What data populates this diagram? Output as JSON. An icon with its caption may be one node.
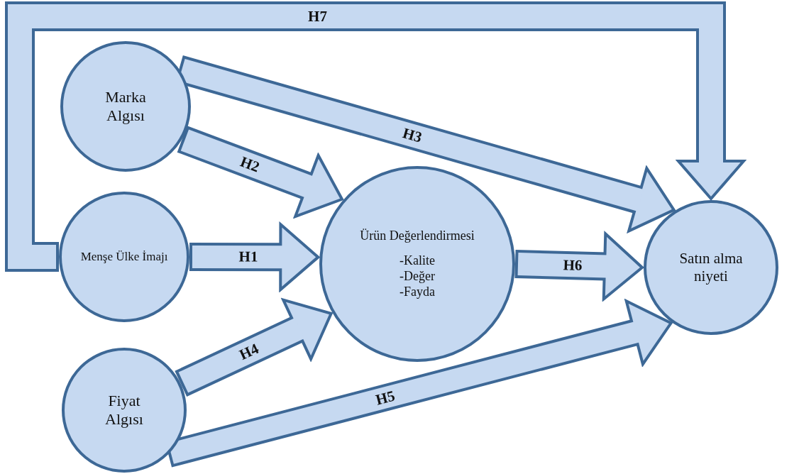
{
  "diagram": {
    "nodes": [
      {
        "text": [
          "Marka Algısı"
        ]
      },
      {
        "text": [
          "Menşe Ülke İmajı"
        ]
      },
      {
        "text": [
          "Fiyat Algısı"
        ]
      },
      {
        "text": [
          "Ürün Değerlendirmesi",
          "-Kalite",
          "-Değer",
          "-Fayda"
        ]
      },
      {
        "text": [
          "Satın alma niyeti"
        ]
      }
    ],
    "edges": [
      {
        "from": 1,
        "to": 3,
        "arrow": "to",
        "label": "H1"
      },
      {
        "from": 0,
        "to": 3,
        "arrow": "to",
        "label": "H2"
      },
      {
        "from": 0,
        "to": 4,
        "arrow": "to",
        "label": "H3"
      },
      {
        "from": 2,
        "to": 3,
        "arrow": "to",
        "label": "H4"
      },
      {
        "from": 2,
        "to": 4,
        "arrow": "to",
        "label": "H5"
      },
      {
        "from": 3,
        "to": 4,
        "arrow": "to",
        "label": "H6"
      },
      {
        "from": 1,
        "to": 4,
        "arrow": "to",
        "label": "H7"
      }
    ]
  }
}
